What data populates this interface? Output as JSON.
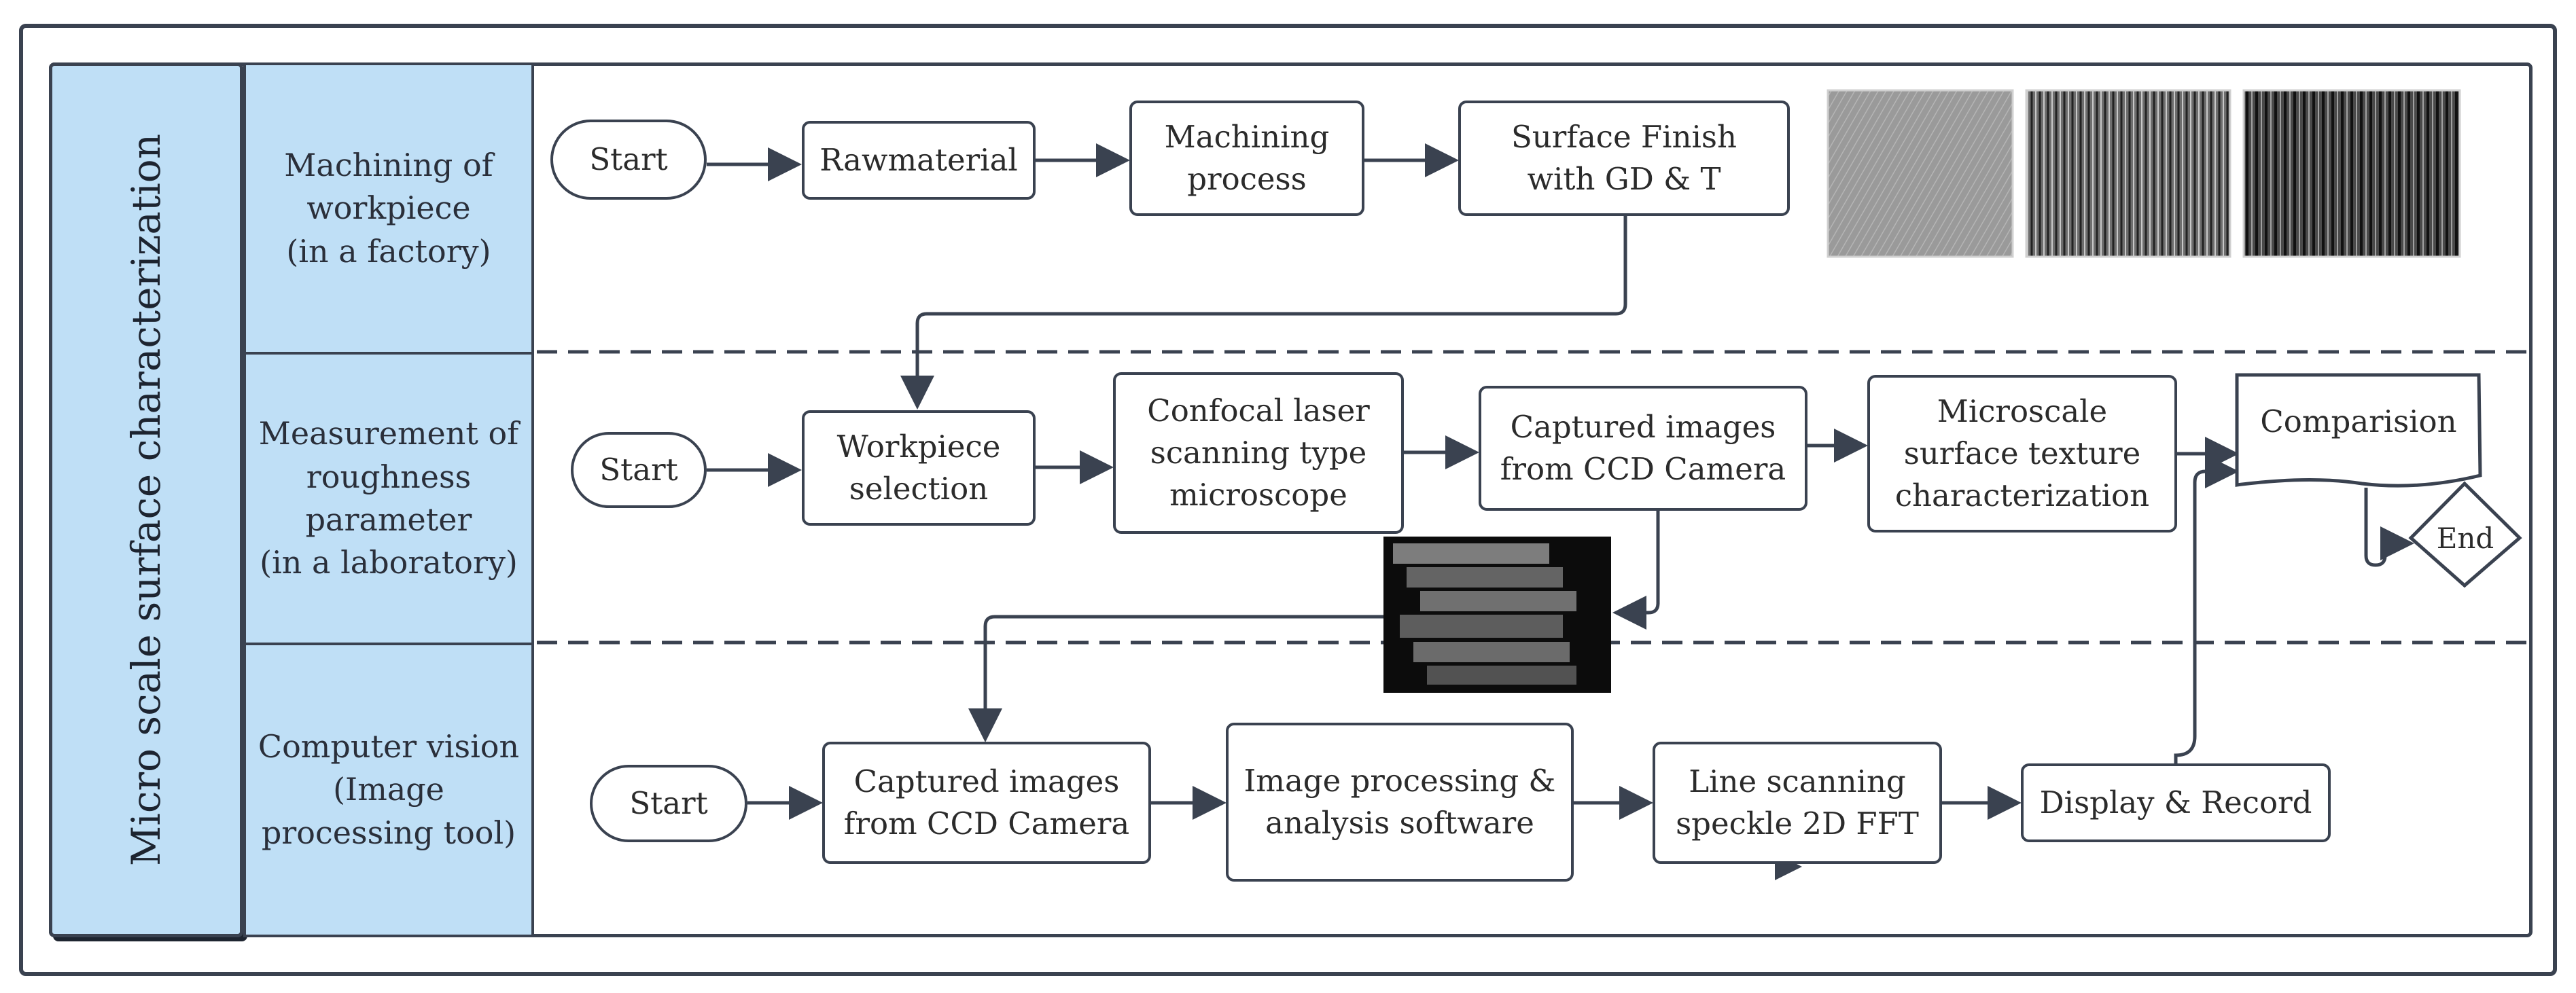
{
  "title": "Micro scale surface characterization",
  "lanes": [
    "Machining of\nworkpiece\n(in a factory)",
    "Measurement of\nroughness\nparameter\n(in a laboratory)",
    "Computer vision\n(Image\nprocessing tool)"
  ],
  "row1": {
    "start": "Start",
    "raw": "Rawmaterial",
    "machining": "Machining\nprocess",
    "finish": "Surface Finish\nwith GD & T"
  },
  "row2": {
    "start": "Start",
    "workpiece": "Workpiece\nselection",
    "confocal": "Confocal laser\nscanning type\nmicroscope",
    "captured": "Captured images\nfrom CCD Camera",
    "microscale": "Microscale\nsurface texture\ncharacterization",
    "comparison": "Comparision",
    "end": "End"
  },
  "row3": {
    "start": "Start",
    "captured": "Captured images\nfrom CCD Camera",
    "processing": "Image processing &\nanalysis software",
    "scanning": "Line scanning\nspeckle 2D FFT",
    "display": "Display & Record"
  },
  "colors": {
    "lane_fill": "#bfdff6",
    "stroke": "#3a4250"
  },
  "icons": [
    "surface-texture-image",
    "image-stack-image"
  ]
}
